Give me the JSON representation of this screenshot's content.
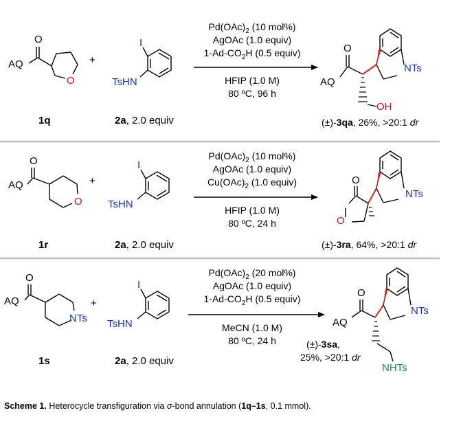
{
  "colors": {
    "bond": "#000000",
    "divider": "#bdbdbd",
    "oxygen": "#d01010",
    "nitrogen": "#1030c0",
    "iodine": "#7a0a8a",
    "newbond": "#e02020",
    "amine": "#109040"
  },
  "plus": "+",
  "rows": [
    {
      "substrate_id": "1q",
      "substrate_labels": {
        "ketone_o": "O",
        "aq": "AQ",
        "ring_atom": "O"
      },
      "reagent_labels": {
        "iodo": "I",
        "tshn": "TsHN"
      },
      "reagent_label_id": "2a",
      "reagent_equiv": ", 2.0 equiv",
      "conditions_above": [
        "Pd(OAc)",
        "2",
        " (10 mol%)",
        "AgOAc (1.0 equiv)",
        "1-Ad-CO",
        "2",
        "H (0.5 equiv)"
      ],
      "solvent": "HFIP (1.0 M)",
      "temp_time": "80 ºC, 96 h",
      "product_labels": {
        "ketone_o": "O",
        "aq": "AQ",
        "nts": "NTs",
        "oh": "OH"
      },
      "product_prefix": "(±)-",
      "product_id": "3qa",
      "product_suffix_a": ", 26%, >20:1 ",
      "product_dr": "dr"
    },
    {
      "substrate_id": "1r",
      "substrate_labels": {
        "ketone_o": "O",
        "aq": "AQ",
        "ring_atom": "O"
      },
      "reagent_labels": {
        "iodo": "I",
        "tshn": "TsHN"
      },
      "reagent_label_id": "2a",
      "reagent_equiv": ", 2.0 equiv",
      "conditions_above": [
        "Pd(OAc)",
        "2",
        " (10 mol%)",
        "AgOAc (1.0 equiv)",
        "Cu(OAc)",
        "2",
        " (1.0 equiv)"
      ],
      "solvent": "HFIP (1.0 M)",
      "temp_time": "80 ºC, 24 h",
      "product_labels": {
        "ketone_o": "O",
        "ring_o": "O",
        "nts": "NTs"
      },
      "product_prefix": "(±)-",
      "product_id": "3ra",
      "product_suffix_a": ", 64%, >20:1 ",
      "product_dr": "dr"
    },
    {
      "substrate_id": "1s",
      "substrate_labels": {
        "ketone_o": "O",
        "aq": "AQ",
        "ring_atom": "NTs"
      },
      "reagent_labels": {
        "iodo": "I",
        "tshn": "TsHN"
      },
      "reagent_label_id": "2a",
      "reagent_equiv": ", 2.0 equiv",
      "conditions_above": [
        "Pd(OAc)",
        "2",
        " (20 mol%)",
        "AgOAc (1.0 equiv)",
        "1-Ad-CO",
        "2",
        "H (0.5 equiv)"
      ],
      "solvent": "MeCN (1.0 M)",
      "temp_time": "80 ºC, 24 h",
      "product_labels": {
        "ketone_o": "O",
        "aq": "AQ",
        "nts": "NTs",
        "nhts": "NHTs"
      },
      "product_prefix": "(±)-",
      "product_id": "3sa",
      "product_suffix_a": ",",
      "product_yield_line": "25%, >20:1 ",
      "product_dr": "dr"
    }
  ],
  "caption": {
    "label": "Scheme 1.",
    "text_a": " Heterocycle transfiguration via ",
    "sigma": "σ",
    "text_b": "-bond annulation (",
    "range": "1q–1s",
    "text_c": ", 0.1 mmol)."
  }
}
